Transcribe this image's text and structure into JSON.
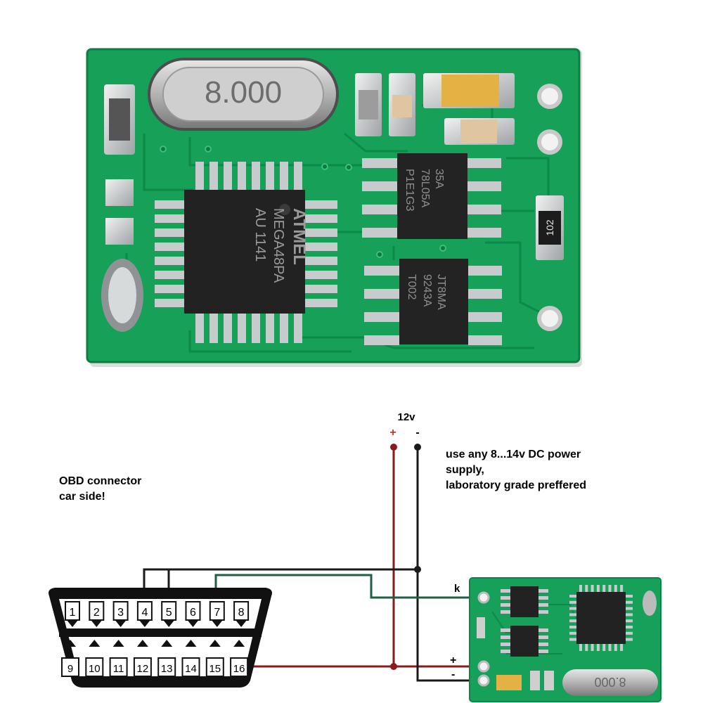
{
  "board": {
    "crystal_label": "8.000",
    "mcu_lines": [
      "MEGA48PA",
      "AU  1141"
    ],
    "mcu_brand": "ATMEL",
    "ic_top_lines": [
      "78L05A",
      "35A",
      "P1E1G3"
    ],
    "ic_bottom_lines": [
      "9243A",
      "JT8MA",
      "T002"
    ],
    "resistor_label": "102"
  },
  "power": {
    "label": "12v",
    "plus": "+",
    "minus": "-"
  },
  "notes": {
    "power_supply": [
      "use any 8...14v DC power",
      "supply,",
      "laboratory grade preffered"
    ],
    "obd": [
      "OBD connector",
      "car side!"
    ]
  },
  "obd": {
    "top_pins": [
      "1",
      "2",
      "3",
      "4",
      "5",
      "6",
      "7",
      "8"
    ],
    "bottom_pins": [
      "9",
      "10",
      "11",
      "12",
      "13",
      "14",
      "15",
      "16"
    ]
  },
  "module_pins": {
    "k": "k",
    "plus": "+",
    "minus": "-"
  },
  "colors": {
    "pcb": "#17a05a",
    "pcb_dark": "#0e8447",
    "pad": "#c9cdcf",
    "chip": "#222222",
    "wire_black": "#1a1a1a",
    "wire_red": "#8b1a1a",
    "wire_green": "#1f5f44"
  }
}
